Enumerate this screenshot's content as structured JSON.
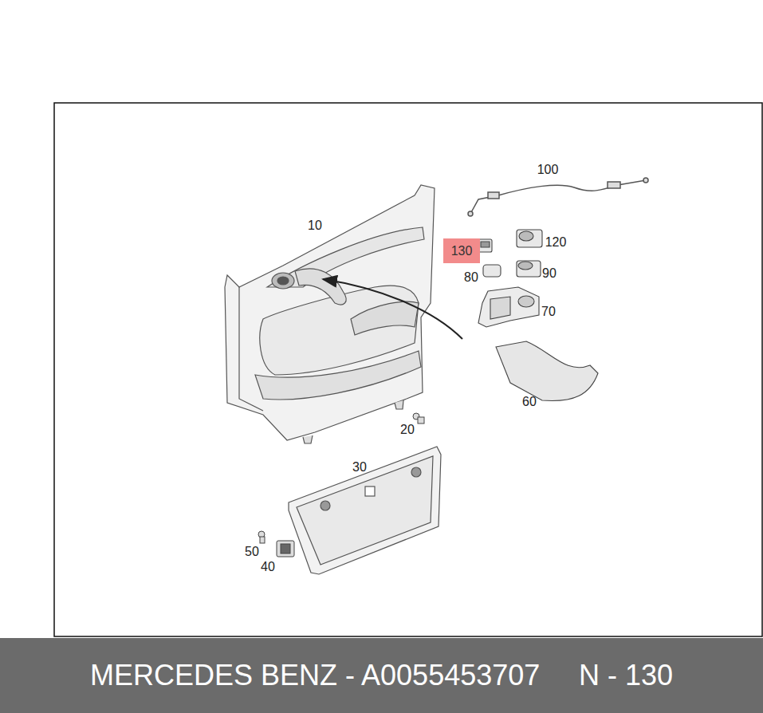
{
  "diagram": {
    "nodes": [
      {
        "text": [
          "130"
        ]
      },
      {
        "text": [
          "MERCEDES BENZ - A0055453707",
          "N - 130"
        ]
      }
    ],
    "labels": [
      "100",
      "10",
      "120",
      "80",
      "90",
      "70",
      "60",
      "20",
      "30",
      "50",
      "40"
    ]
  }
}
